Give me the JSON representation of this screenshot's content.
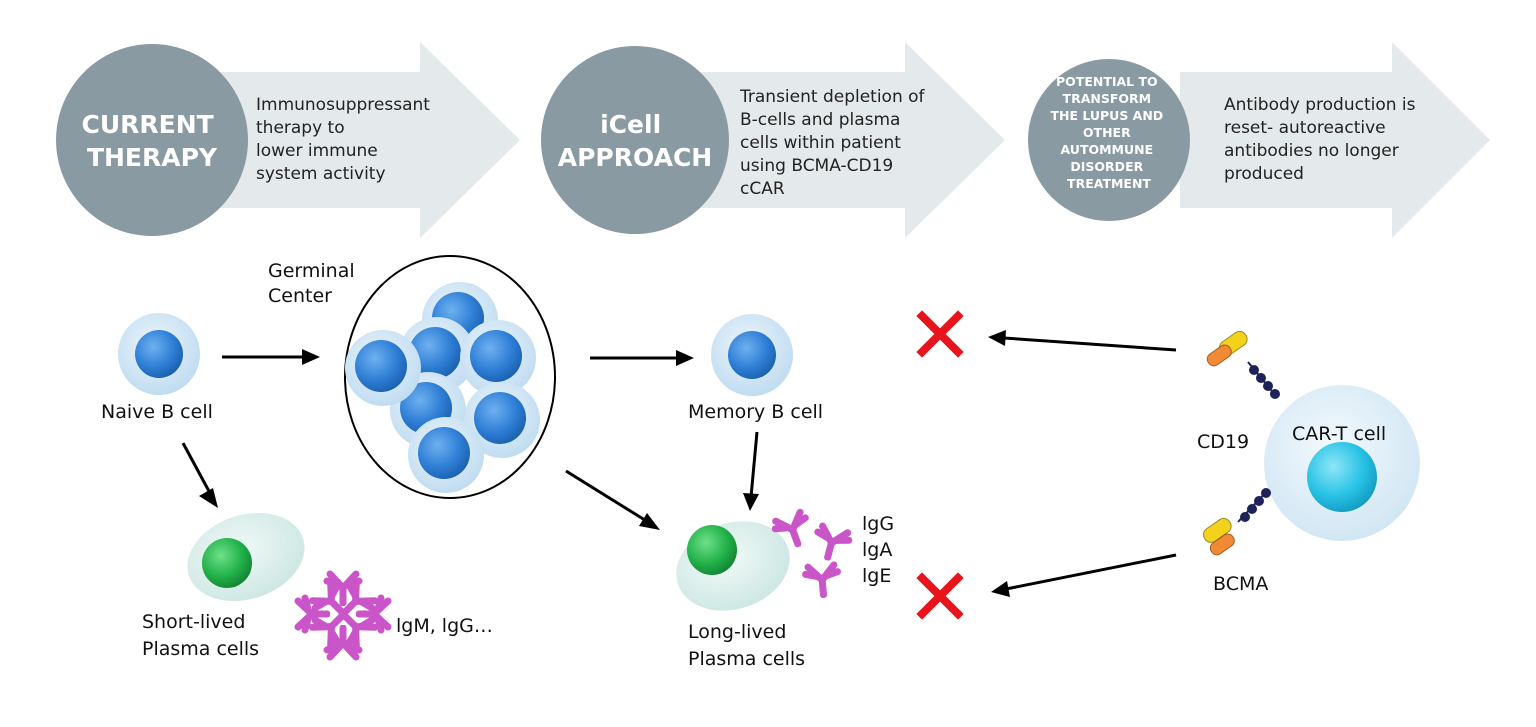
{
  "header": {
    "steps": [
      {
        "circle_lines": [
          "CURRENT",
          "THERAPY"
        ],
        "description_lines": [
          "Immunosuppressant",
          "therapy to",
          "lower immune",
          "system activity"
        ]
      },
      {
        "circle_lines": [
          "iCell",
          "APPROACH"
        ],
        "description_lines": [
          "Transient depletion of",
          "B-cells and plasma",
          "cells within patient",
          "using BCMA-CD19",
          "cCAR"
        ]
      },
      {
        "circle_lines": [
          "POTENTIAL TO",
          "TRANSFORM",
          "THE LUPUS AND",
          "OTHER",
          "AUTOMMUNE",
          "DISORDER",
          "TREATMENT"
        ],
        "description_lines": [
          "Antibody production is",
          "reset- autoreactive",
          "antibodies no longer",
          "produced"
        ]
      }
    ]
  },
  "diagram": {
    "germinal_center_lines": [
      "Germinal",
      "Center"
    ],
    "naive_b_cell": "Naive B cell",
    "memory_b_cell": "Memory B cell",
    "short_lived_lines": [
      "Short-lived",
      "Plasma cells"
    ],
    "short_lived_antibodies": "lgM, lgG…",
    "long_lived_lines": [
      "Long-lived",
      "Plasma cells"
    ],
    "long_lived_antibodies": [
      "lgG",
      "lgA",
      "lgE"
    ],
    "car_t_cell": "CAR-T cell",
    "cd19": "CD19",
    "bcma": "BCMA"
  },
  "colors": {
    "circle_gray": "#8a9aa3",
    "arrow_fill": "#e4e9eb",
    "cell_halo": "#c7e1f2",
    "nucleus_blue": "#2f7fd6",
    "plasma_halo": "#d4ece9",
    "nucleus_green": "#22b24a",
    "antibody_pink": "#c955c8",
    "car_t_nucleus": "#27c3e6",
    "cross_red": "#e8141b",
    "domain_yellow": "#f2d21b",
    "domain_orange": "#f08a35",
    "bead_navy": "#1d2358"
  }
}
